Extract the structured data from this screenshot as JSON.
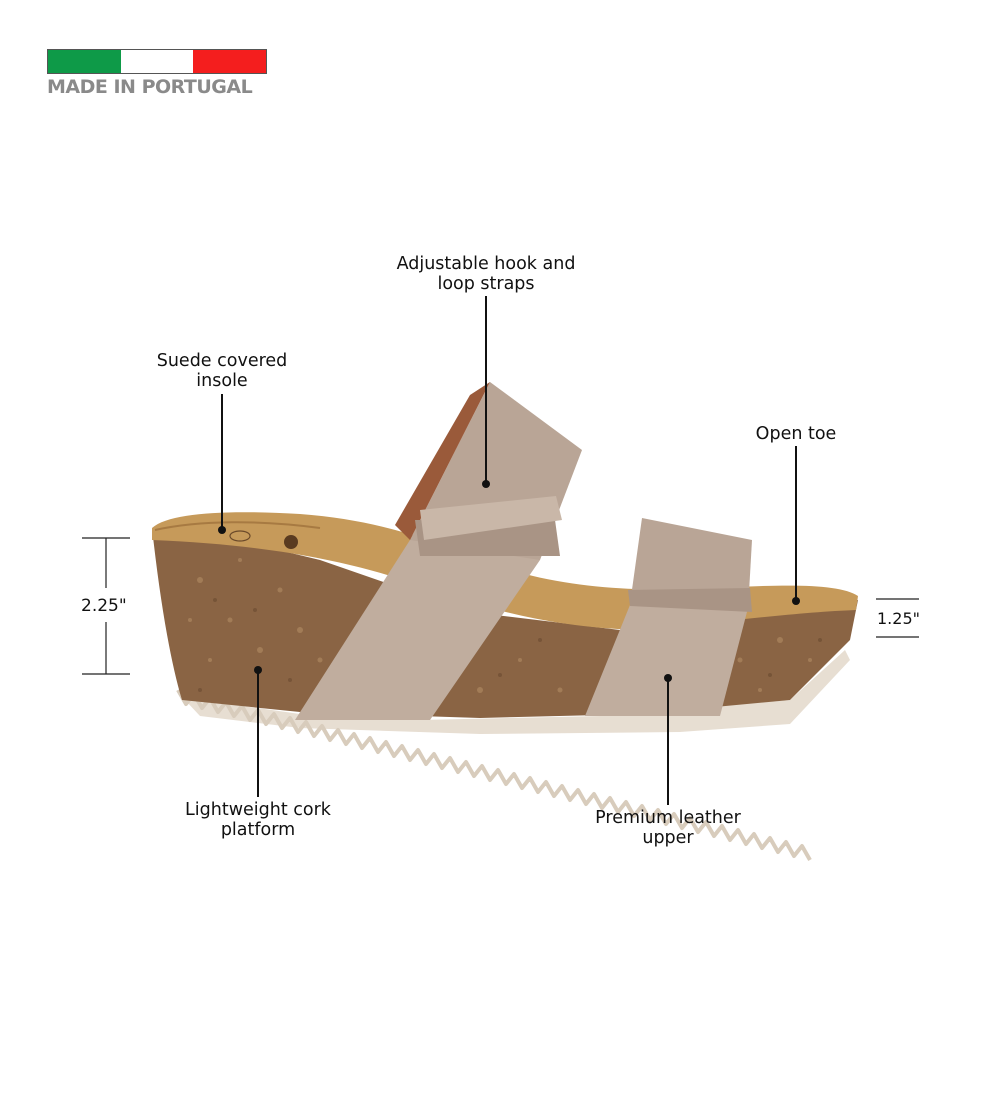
{
  "badge": {
    "origin_text": "MADE IN PORTUGAL",
    "flag_colors": [
      "#0e9a48",
      "#ffffff",
      "#f41e1e"
    ]
  },
  "callouts": {
    "straps": "Adjustable hook and\nloop straps",
    "insole": "Suede covered\ninsole",
    "open_toe": "Open toe",
    "platform": "Lightweight cork\nplatform",
    "upper": "Premium leather\nupper"
  },
  "measurements": {
    "heel_height": "2.25\"",
    "toe_height": "1.25\""
  },
  "colors": {
    "cork": "#8a6444",
    "footbed": "#c69a5a",
    "metallic_strap": "#b9a596",
    "outsole": "#e7ded2",
    "line": "#111111"
  },
  "icons": [
    "italian-flag-icon",
    "sandal-product-image"
  ]
}
